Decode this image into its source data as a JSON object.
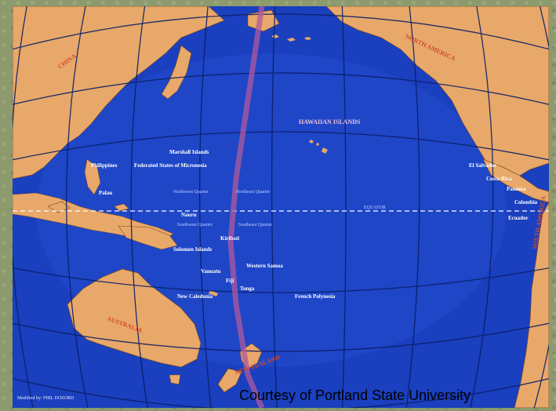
{
  "credit": "Courtesy of Portland State University",
  "tiny_credit": "Modified by: PHIL DOSORD",
  "equator_label": "EQUATOR",
  "labels": {
    "hawaii": "HAWAIIAN ISLANDS",
    "marshall": "Marshall Islands",
    "micronesia": "Federated States of Micronesia",
    "philippines": "Philippines",
    "palau": "Palau",
    "nw_quarter": "Northwest Quarter",
    "ne_quarter": "Northeast Quarter",
    "sw_quarter": "Southwest Quarter",
    "se_quarter": "Southeast Quarter",
    "nauru": "Nauru",
    "kiribati": "Kiribati",
    "solomon": "Solomon Islands",
    "vanuatu": "Vanuatu",
    "samoa": "Western Samoa",
    "fiji": "Fiji",
    "tonga": "Tonga",
    "new_caledonia": "New Caledonia",
    "french_polynesia": "French Polynesia",
    "el_salvador": "El Salvador",
    "costa_rica": "Costa Rica",
    "panama": "Panama",
    "colombia": "Colombia",
    "ecuador": "Ecuador",
    "china": "CHINA",
    "north_america": "NORTH AMERICA",
    "south_america": "SOUTH AMERICA",
    "australia": "AUSTRALIA",
    "new_zealand": "NEW ZEALAND"
  },
  "colors": {
    "ocean": "#1a3fbf",
    "land": "#e8a86a",
    "grid": "#0a1f66",
    "route": "#b05a9c"
  }
}
